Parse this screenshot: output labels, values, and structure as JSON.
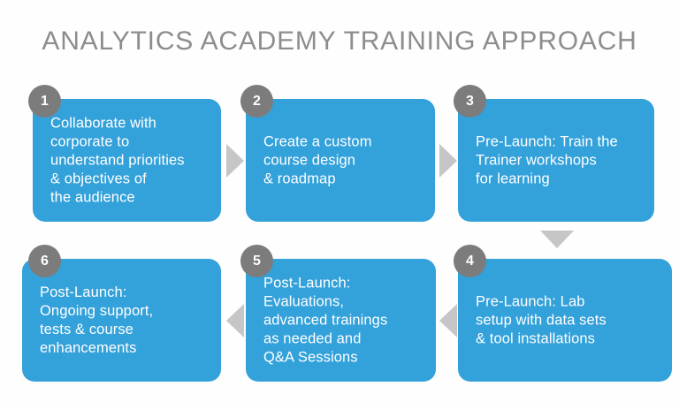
{
  "page": {
    "title": "ANALYTICS ACADEMY TRAINING APPROACH",
    "background_color": "#fefefe",
    "title_color": "#8d8d8d",
    "box_color": "#33a1da",
    "badge_color": "#7c7c7c",
    "arrow_color": "#c6c6c6",
    "text_color": "#ffffff"
  },
  "steps": [
    {
      "number": "1",
      "text": "Collaborate with\ncorporate to\nunderstand priorities\n& objectives of\nthe audience"
    },
    {
      "number": "2",
      "text": "Create a custom\ncourse design\n& roadmap"
    },
    {
      "number": "3",
      "text": "Pre-Launch: Train the\nTrainer workshops\nfor learning"
    },
    {
      "number": "4",
      "text": "Pre-Launch: Lab\nsetup with data sets\n& tool installations"
    },
    {
      "number": "5",
      "text": "Post-Launch:\nEvaluations,\nadvanced trainings\nas needed and\nQ&A Sessions"
    },
    {
      "number": "6",
      "text": "Post-Launch:\nOngoing support,\ntests & course\nenhancements"
    }
  ],
  "connectors": [
    {
      "name": "arrow-step1-to-step2",
      "direction": "right"
    },
    {
      "name": "arrow-step2-to-step3",
      "direction": "right"
    },
    {
      "name": "arrow-step3-to-step4",
      "direction": "down"
    },
    {
      "name": "arrow-step4-to-step5",
      "direction": "left"
    },
    {
      "name": "arrow-step5-to-step6",
      "direction": "left"
    }
  ]
}
